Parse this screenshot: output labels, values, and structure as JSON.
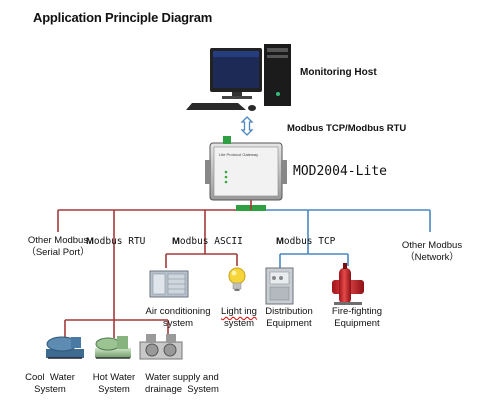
{
  "title": "Application Principle Diagram",
  "monitoring_host": {
    "label": "Monitoring Host",
    "icon": "computer-icon"
  },
  "protocol_link": {
    "label": "Modbus TCP/Modbus RTU",
    "icon": "double-arrow-icon"
  },
  "gateway": {
    "name": "MOD2004-Lite",
    "panel_text": "Lite Protocol Gateway",
    "icon": "gateway-device-icon"
  },
  "colors": {
    "rtu": "#a33a3a",
    "ascii": "#a33a3a",
    "tcp": "#4a86c0",
    "frame_text": "#333333"
  },
  "left_network": {
    "line1": "Other Modbus",
    "line2": "（Serial Port）"
  },
  "right_network": {
    "line1": "Other Modbus",
    "line2": "（Network）"
  },
  "buses": {
    "rtu": {
      "prefix": "M",
      "rest": "odbus RTU"
    },
    "ascii": {
      "prefix": "M",
      "rest": "odbus ASCII"
    },
    "tcp": {
      "prefix": "M",
      "rest": "odbus TCP"
    }
  },
  "devices": {
    "air_conditioning": {
      "line1": "Air conditioning",
      "line2": "system",
      "icon": "air-conditioner-icon"
    },
    "lighting": {
      "line1": "Light ing",
      "line2": "system",
      "icon": "light-bulb-icon"
    },
    "distribution": {
      "line1": "Distribution",
      "line2": "Equipment",
      "icon": "distribution-cabinet-icon"
    },
    "fire_fighting": {
      "line1": "Fire-fighting",
      "line2": "Equipment",
      "icon": "fire-equipment-icon"
    },
    "cool_water": {
      "line1": "Cool  Water",
      "line2": "System",
      "icon": "chiller-icon"
    },
    "hot_water": {
      "line1": "Hot Water",
      "line2": "System",
      "icon": "hot-water-unit-icon"
    },
    "water_supply": {
      "line1": "Water supply and",
      "line2": "drainage  System",
      "icon": "pump-station-icon"
    }
  }
}
